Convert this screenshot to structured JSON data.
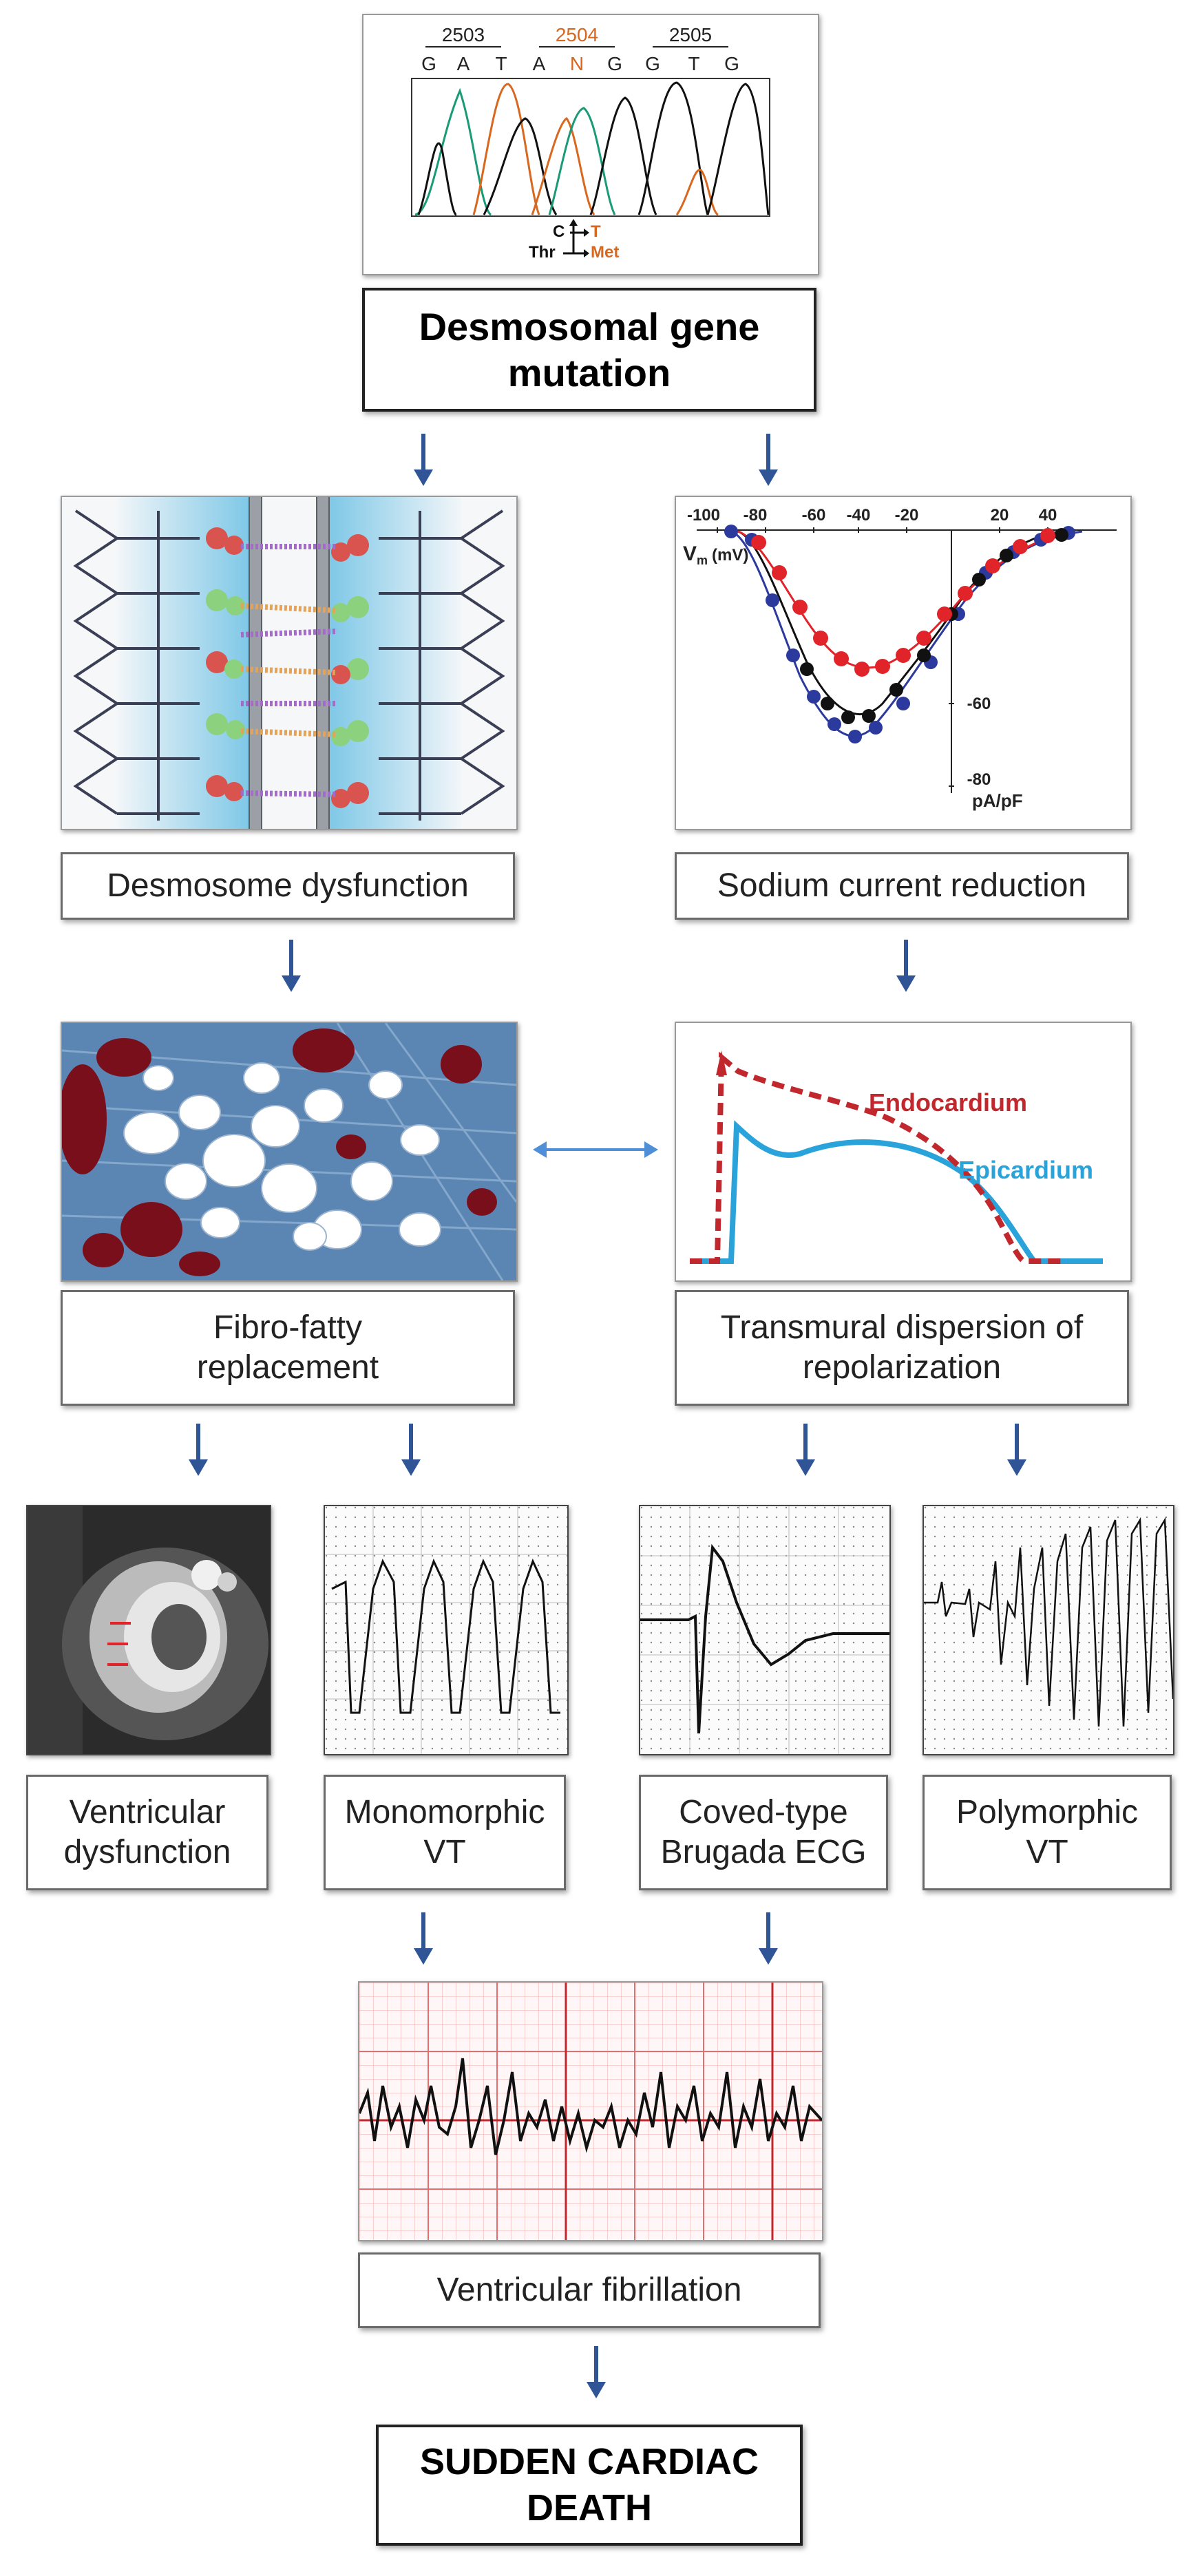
{
  "sequence": {
    "positions": [
      "2503",
      "2504",
      "2505"
    ],
    "bases": [
      "G",
      "A",
      "T",
      "A",
      "N",
      "G",
      "G",
      "T",
      "G"
    ],
    "mutation_top": [
      "C",
      "T"
    ],
    "mutation_bottom": [
      "Thr",
      "Met"
    ]
  },
  "boxes": {
    "gene_mutation": "Desmosomal gene mutation",
    "desmosome": "Desmosome dysfunction",
    "sodium": "Sodium current reduction",
    "fibrofatty": "Fibro-fatty replacement",
    "dispersion": "Transmural dispersion of repolarization",
    "ventricular_dysfunction": "Ventricular dysfunction",
    "monomorphic": "Monomorphic VT",
    "brugada": "Coved-type Brugada ECG",
    "polymorphic": "Polymorphic VT",
    "vf": "Ventricular fibrillation",
    "scd": "SUDDEN CARDIAC DEATH"
  },
  "iv_plot": {
    "y_axis_label": "V",
    "y_axis_sub": "m",
    "y_axis_unit": "(mV)",
    "x_ticks": [
      "-100",
      "-80",
      "-60",
      "-40",
      "-20",
      "20",
      "40"
    ],
    "y_ticks": [
      "-60",
      "-80"
    ],
    "y_unit": "pA/pF"
  },
  "action_potential": {
    "endocardium_label": "Endocardium",
    "epicardium_label": "Epicardium",
    "endo_color": "#c0282d",
    "epi_color": "#29a3d9"
  },
  "colors": {
    "arrow": "#2f5597",
    "base_green": "#1a9a77",
    "base_orange": "#d8671f",
    "base_black": "#111111"
  }
}
